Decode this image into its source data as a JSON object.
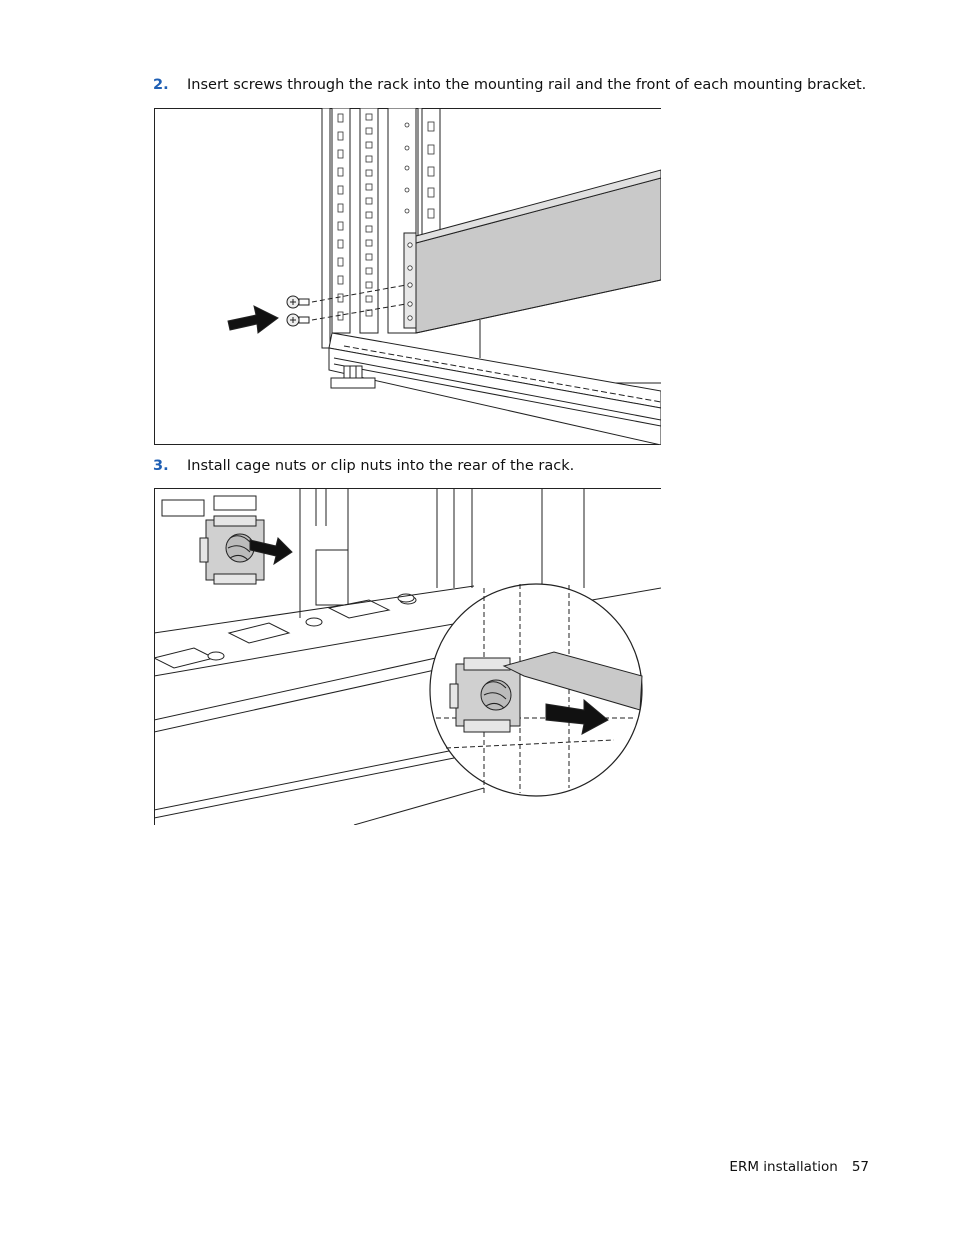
{
  "steps": [
    {
      "number": "2.",
      "text": "Insert screws through the rack into the mounting rail and the front of each mounting bracket."
    },
    {
      "number": "3.",
      "text": "Install cage nuts or clip nuts into the rear of the rack."
    }
  ],
  "footer": {
    "section": "ERM installation",
    "page": "57"
  }
}
